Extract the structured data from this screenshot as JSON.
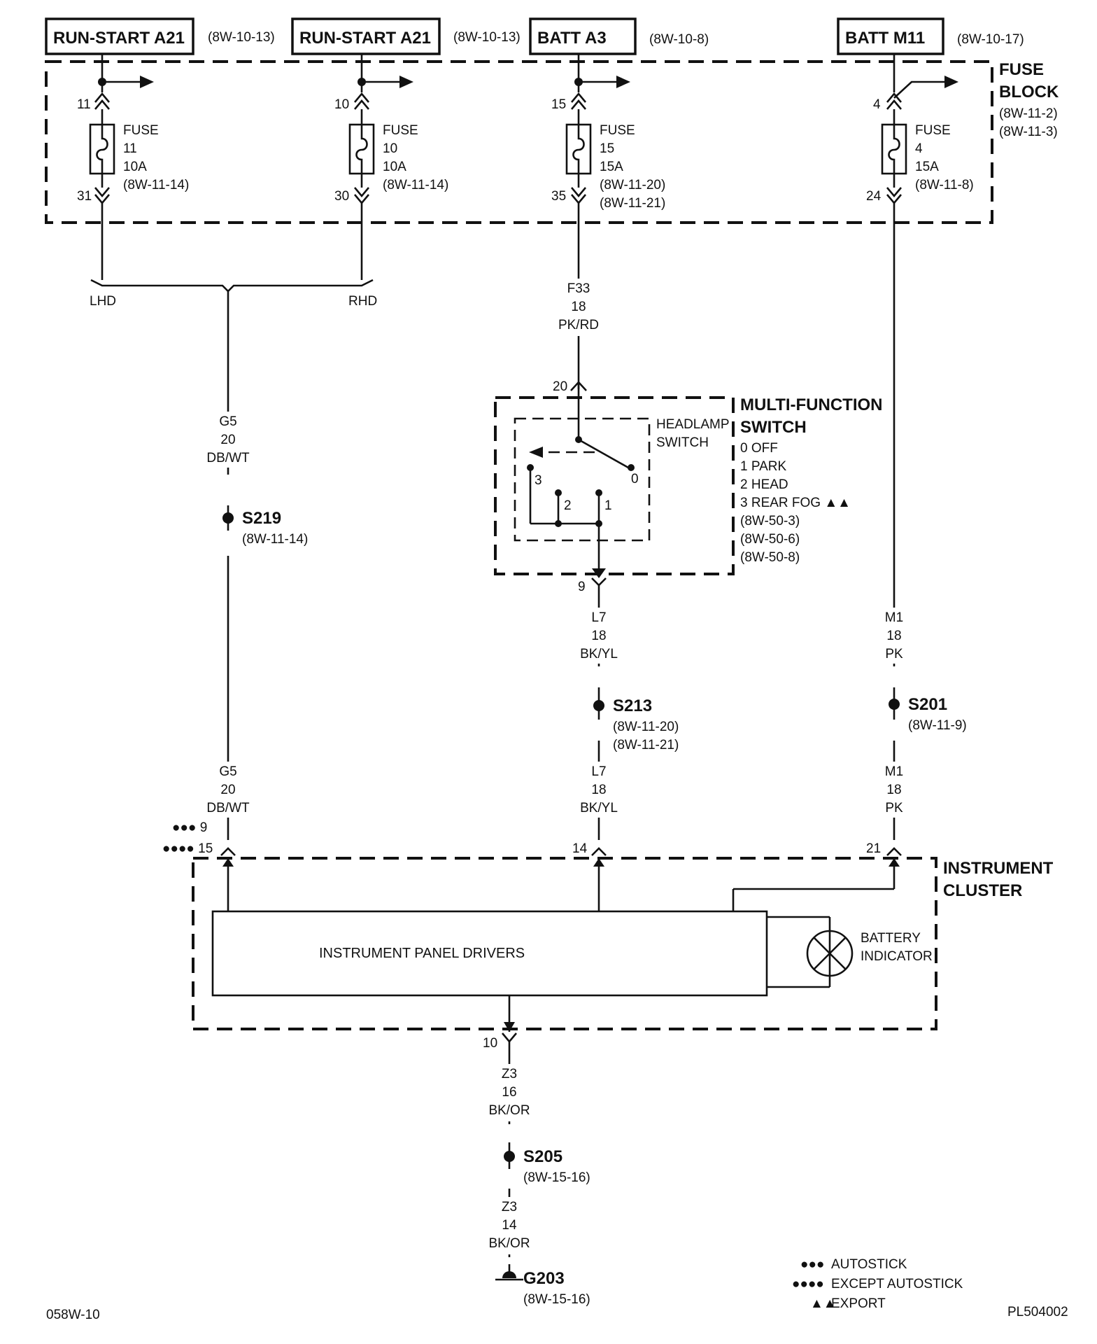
{
  "sources": [
    {
      "label": "RUN-START A21",
      "ref": "(8W-10-13)"
    },
    {
      "label": "RUN-START A21",
      "ref": "(8W-10-13)"
    },
    {
      "label": "BATT A3",
      "ref": "(8W-10-8)"
    },
    {
      "label": "BATT M11",
      "ref": "(8W-10-17)"
    }
  ],
  "fuse_block": {
    "title1": "FUSE",
    "title2": "BLOCK",
    "ref1": "(8W-11-2)",
    "ref2": "(8W-11-3)"
  },
  "fuses": [
    {
      "in_pin": "11",
      "out_pin": "31",
      "lines": [
        "FUSE",
        "11",
        "10A",
        "(8W-11-14)"
      ]
    },
    {
      "in_pin": "10",
      "out_pin": "30",
      "lines": [
        "FUSE",
        "10",
        "10A",
        "(8W-11-14)"
      ]
    },
    {
      "in_pin": "15",
      "out_pin": "35",
      "lines": [
        "FUSE",
        "15",
        "15A",
        "(8W-11-20)",
        "(8W-11-21)"
      ]
    },
    {
      "in_pin": "4",
      "out_pin": "24",
      "lines": [
        "FUSE",
        "4",
        "15A",
        "(8W-11-8)"
      ]
    }
  ],
  "lhd": "LHD",
  "rhd": "RHD",
  "wires": {
    "g5_top": [
      "G5",
      "20",
      "DB/WT"
    ],
    "f33": [
      "F33",
      "18",
      "PK/RD"
    ],
    "l7_top": [
      "L7",
      "18",
      "BK/YL"
    ],
    "m1_top": [
      "M1",
      "18",
      "PK"
    ],
    "g5_bot": [
      "G5",
      "20",
      "DB/WT"
    ],
    "l7_bot": [
      "L7",
      "18",
      "BK/YL"
    ],
    "m1_bot": [
      "M1",
      "18",
      "PK"
    ],
    "z3_top": [
      "Z3",
      "16",
      "BK/OR"
    ],
    "z3_bot": [
      "Z3",
      "14",
      "BK/OR"
    ]
  },
  "splices": [
    {
      "name": "S219",
      "refs": [
        "(8W-11-14)"
      ]
    },
    {
      "name": "S213",
      "refs": [
        "(8W-11-20)",
        "(8W-11-21)"
      ]
    },
    {
      "name": "S201",
      "refs": [
        "(8W-11-9)"
      ]
    },
    {
      "name": "S205",
      "refs": [
        "(8W-15-16)"
      ]
    }
  ],
  "ground": {
    "name": "G203",
    "ref": "(8W-15-16)"
  },
  "mfs": {
    "title1": "MULTI-FUNCTION",
    "title2": "SWITCH",
    "sub1": "HEADLAMP",
    "sub2": "SWITCH",
    "positions": [
      "0 OFF",
      "1 PARK",
      "2 HEAD",
      "3 REAR FOG ▲▲"
    ],
    "refs": [
      "(8W-50-3)",
      "(8W-50-6)",
      "(8W-50-8)"
    ],
    "pin_in": "20",
    "pin_out": "9",
    "contact_labels": [
      "3",
      "2",
      "1",
      "0"
    ]
  },
  "cluster": {
    "title1": "INSTRUMENT",
    "title2": "CLUSTER",
    "drivers": "INSTRUMENT PANEL DRIVERS",
    "battery1": "BATTERY",
    "battery2": "INDICATOR",
    "pin_g5_a": "●●● 9",
    "pin_g5_b": "●●●● 15",
    "pin_l7": "14",
    "pin_m1": "21",
    "pin_ground": "10"
  },
  "legend": [
    {
      "sym": "●●●",
      "text": "AUTOSTICK"
    },
    {
      "sym": "●●●●",
      "text": "EXCEPT AUTOSTICK"
    },
    {
      "sym": "▲▲",
      "text": "EXPORT"
    }
  ],
  "footer_left": "058W-10",
  "footer_right": "PL504002"
}
